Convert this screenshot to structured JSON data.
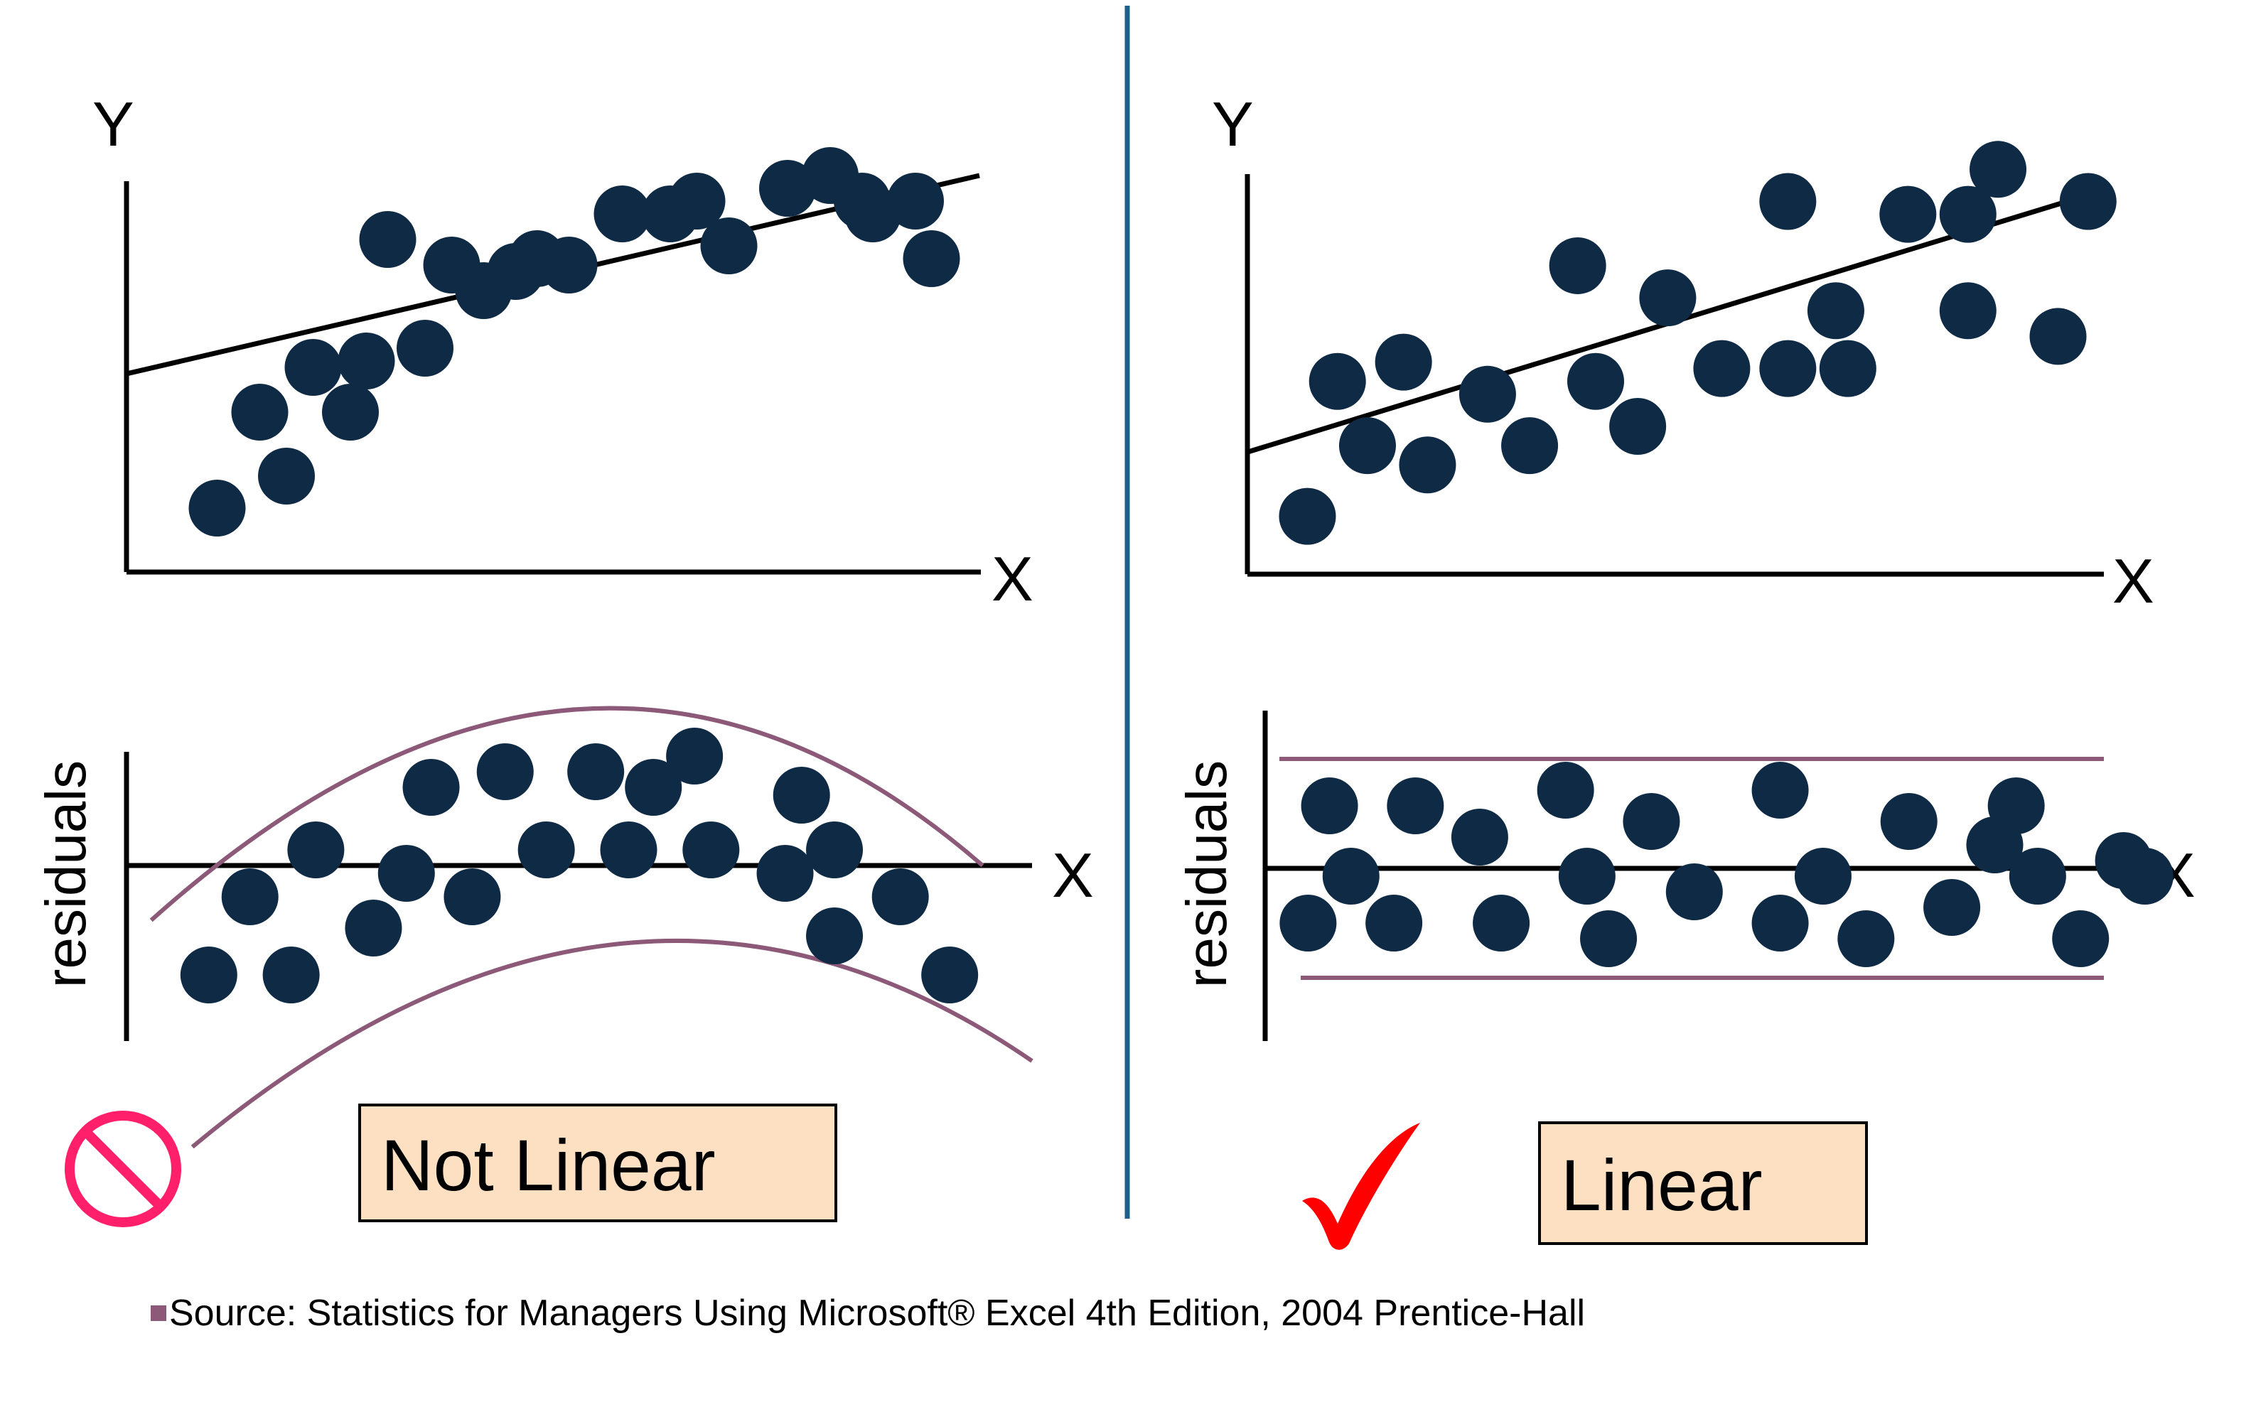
{
  "colors": {
    "dot": "#0e2a45",
    "axis": "#000000",
    "divider": "#1f5f8b",
    "band": "#8c5a78",
    "label_fill": "#fde0c2",
    "label_border": "#000000",
    "no_sign": "#ff1f6b",
    "check": "#ff0000",
    "bullet": "#8c5a78"
  },
  "left": {
    "scatter": {
      "y_label": "Y",
      "x_label": "X",
      "points": [
        [
          1.7,
          1.0
        ],
        [
          2.5,
          2.5
        ],
        [
          3.0,
          1.5
        ],
        [
          3.5,
          3.2
        ],
        [
          4.2,
          2.5
        ],
        [
          4.5,
          3.3
        ],
        [
          4.9,
          5.2
        ],
        [
          5.6,
          3.5
        ],
        [
          6.1,
          4.8
        ],
        [
          6.7,
          4.4
        ],
        [
          7.3,
          4.7
        ],
        [
          7.7,
          4.9
        ],
        [
          8.3,
          4.8
        ],
        [
          9.3,
          5.6
        ],
        [
          10.2,
          5.6
        ],
        [
          10.7,
          5.8
        ],
        [
          11.3,
          5.1
        ],
        [
          12.4,
          6.0
        ],
        [
          13.2,
          6.2
        ],
        [
          13.8,
          5.8
        ],
        [
          14.0,
          5.6
        ],
        [
          14.8,
          5.8
        ],
        [
          15.1,
          4.9
        ]
      ],
      "line": {
        "x": [
          0,
          16
        ],
        "y": [
          3.1,
          6.2
        ]
      }
    },
    "residuals": {
      "y_label": "residuals",
      "x_label": "X",
      "points": [
        [
          1.0,
          -1.4
        ],
        [
          1.5,
          -0.4
        ],
        [
          2.0,
          -1.4
        ],
        [
          2.3,
          0.2
        ],
        [
          3.0,
          -0.8
        ],
        [
          3.4,
          -0.1
        ],
        [
          3.7,
          1.0
        ],
        [
          4.2,
          -0.4
        ],
        [
          4.6,
          1.2
        ],
        [
          5.1,
          0.2
        ],
        [
          5.7,
          1.2
        ],
        [
          6.1,
          0.2
        ],
        [
          6.4,
          1.0
        ],
        [
          6.9,
          1.4
        ],
        [
          7.1,
          0.2
        ],
        [
          8.0,
          -0.1
        ],
        [
          8.2,
          0.9
        ],
        [
          8.6,
          0.2
        ],
        [
          8.6,
          -0.9
        ],
        [
          9.4,
          -0.4
        ],
        [
          10.0,
          -1.4
        ]
      ],
      "upper_curve": {
        "x": [
          0.3,
          5.5,
          10.4
        ],
        "y": [
          -0.7,
          2.0,
          0.0
        ]
      },
      "lower_curve": {
        "x": [
          0.8,
          6.0,
          11.0
        ],
        "y": [
          -3.6,
          -1.0,
          -2.5
        ]
      }
    },
    "label": "Not Linear",
    "icon": "prohibited-icon"
  },
  "right": {
    "scatter": {
      "y_label": "Y",
      "x_label": "X",
      "points": [
        [
          1.0,
          0.9
        ],
        [
          1.5,
          3.0
        ],
        [
          2.0,
          2.0
        ],
        [
          2.6,
          3.3
        ],
        [
          3.0,
          1.7
        ],
        [
          4.0,
          2.8
        ],
        [
          4.7,
          2.0
        ],
        [
          5.5,
          4.8
        ],
        [
          5.8,
          3.0
        ],
        [
          6.5,
          2.3
        ],
        [
          7.0,
          4.3
        ],
        [
          7.9,
          3.2
        ],
        [
          9.0,
          5.8
        ],
        [
          9.0,
          3.2
        ],
        [
          9.8,
          4.1
        ],
        [
          10.0,
          3.2
        ],
        [
          11.0,
          5.6
        ],
        [
          12.0,
          5.6
        ],
        [
          12.0,
          4.1
        ],
        [
          12.5,
          6.3
        ],
        [
          13.5,
          3.7
        ],
        [
          14.0,
          5.8
        ]
      ],
      "line": {
        "x": [
          0,
          14
        ],
        "y": [
          1.9,
          5.9
        ]
      }
    },
    "residuals": {
      "y_label": "residuals",
      "x_label": "X",
      "points": [
        [
          1.0,
          -0.7
        ],
        [
          1.5,
          0.8
        ],
        [
          2.0,
          -0.1
        ],
        [
          3.0,
          -0.7
        ],
        [
          3.5,
          0.8
        ],
        [
          5.0,
          0.4
        ],
        [
          5.5,
          -0.7
        ],
        [
          7.0,
          1.0
        ],
        [
          7.5,
          -0.1
        ],
        [
          8.0,
          -0.9
        ],
        [
          9.0,
          0.6
        ],
        [
          10.0,
          -0.3
        ],
        [
          12.0,
          1.0
        ],
        [
          12.0,
          -0.7
        ],
        [
          13.0,
          -0.1
        ],
        [
          14.0,
          -0.9
        ],
        [
          15.0,
          0.6
        ],
        [
          16.0,
          -0.5
        ],
        [
          17.0,
          0.3
        ],
        [
          17.5,
          0.8
        ],
        [
          18.0,
          -0.1
        ],
        [
          19.0,
          -0.9
        ],
        [
          20.0,
          0.1
        ],
        [
          20.5,
          -0.1
        ]
      ],
      "band_upper": 1.4,
      "band_lower": -1.4
    },
    "label": "Linear",
    "icon": "checkmark-icon"
  },
  "source": {
    "bullet": "bullet-square-icon",
    "text": "Source: Statistics for Managers Using Microsoft® Excel  4th Edition, 2004 Prentice-Hall"
  }
}
